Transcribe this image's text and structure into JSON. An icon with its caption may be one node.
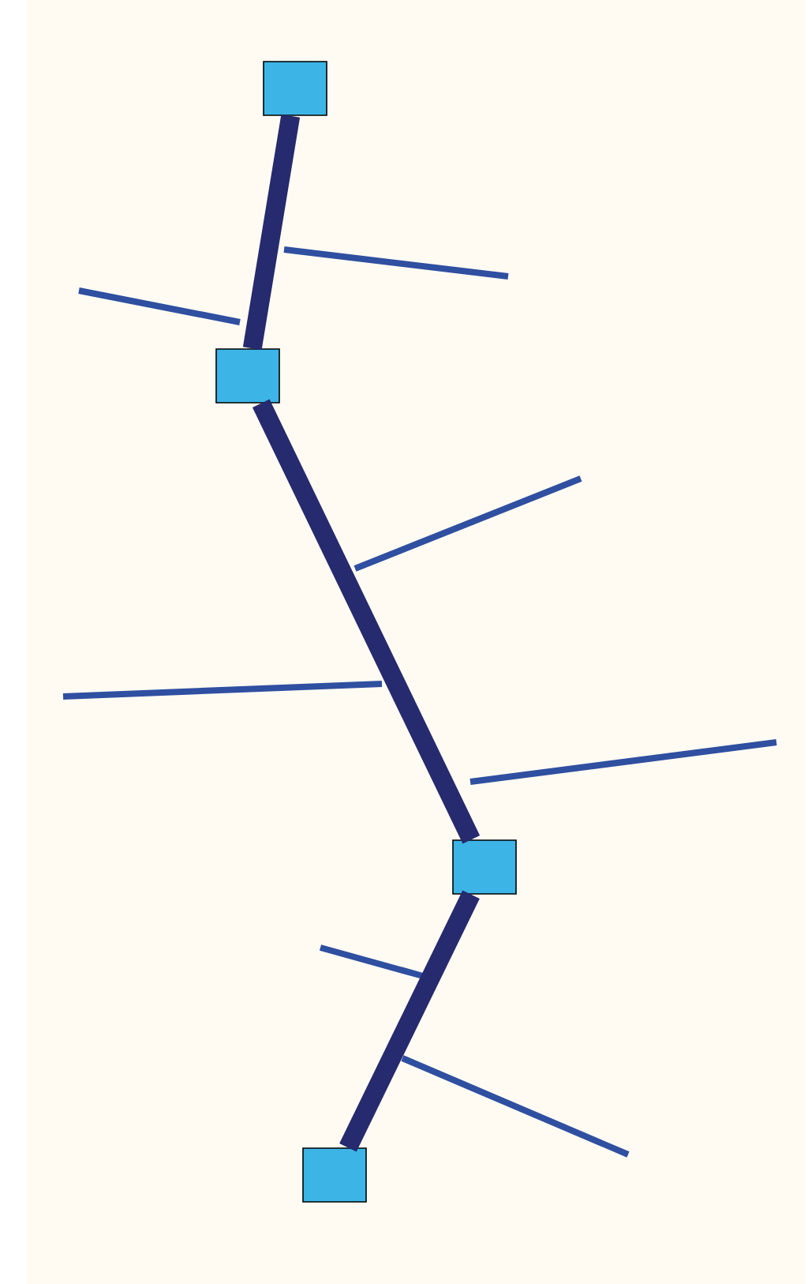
{
  "diagram": {
    "nodes": [
      {
        "text": [],
        "shape": "box"
      },
      {
        "text": [],
        "shape": "box"
      },
      {
        "text": [],
        "shape": "box"
      },
      {
        "text": [],
        "shape": "box"
      }
    ],
    "edges": [
      {
        "from": 0,
        "to": 1,
        "arrow": "none"
      },
      {
        "from": 1,
        "to": 2,
        "arrow": "none"
      },
      {
        "from": 2,
        "to": 3,
        "arrow": "none"
      }
    ]
  }
}
